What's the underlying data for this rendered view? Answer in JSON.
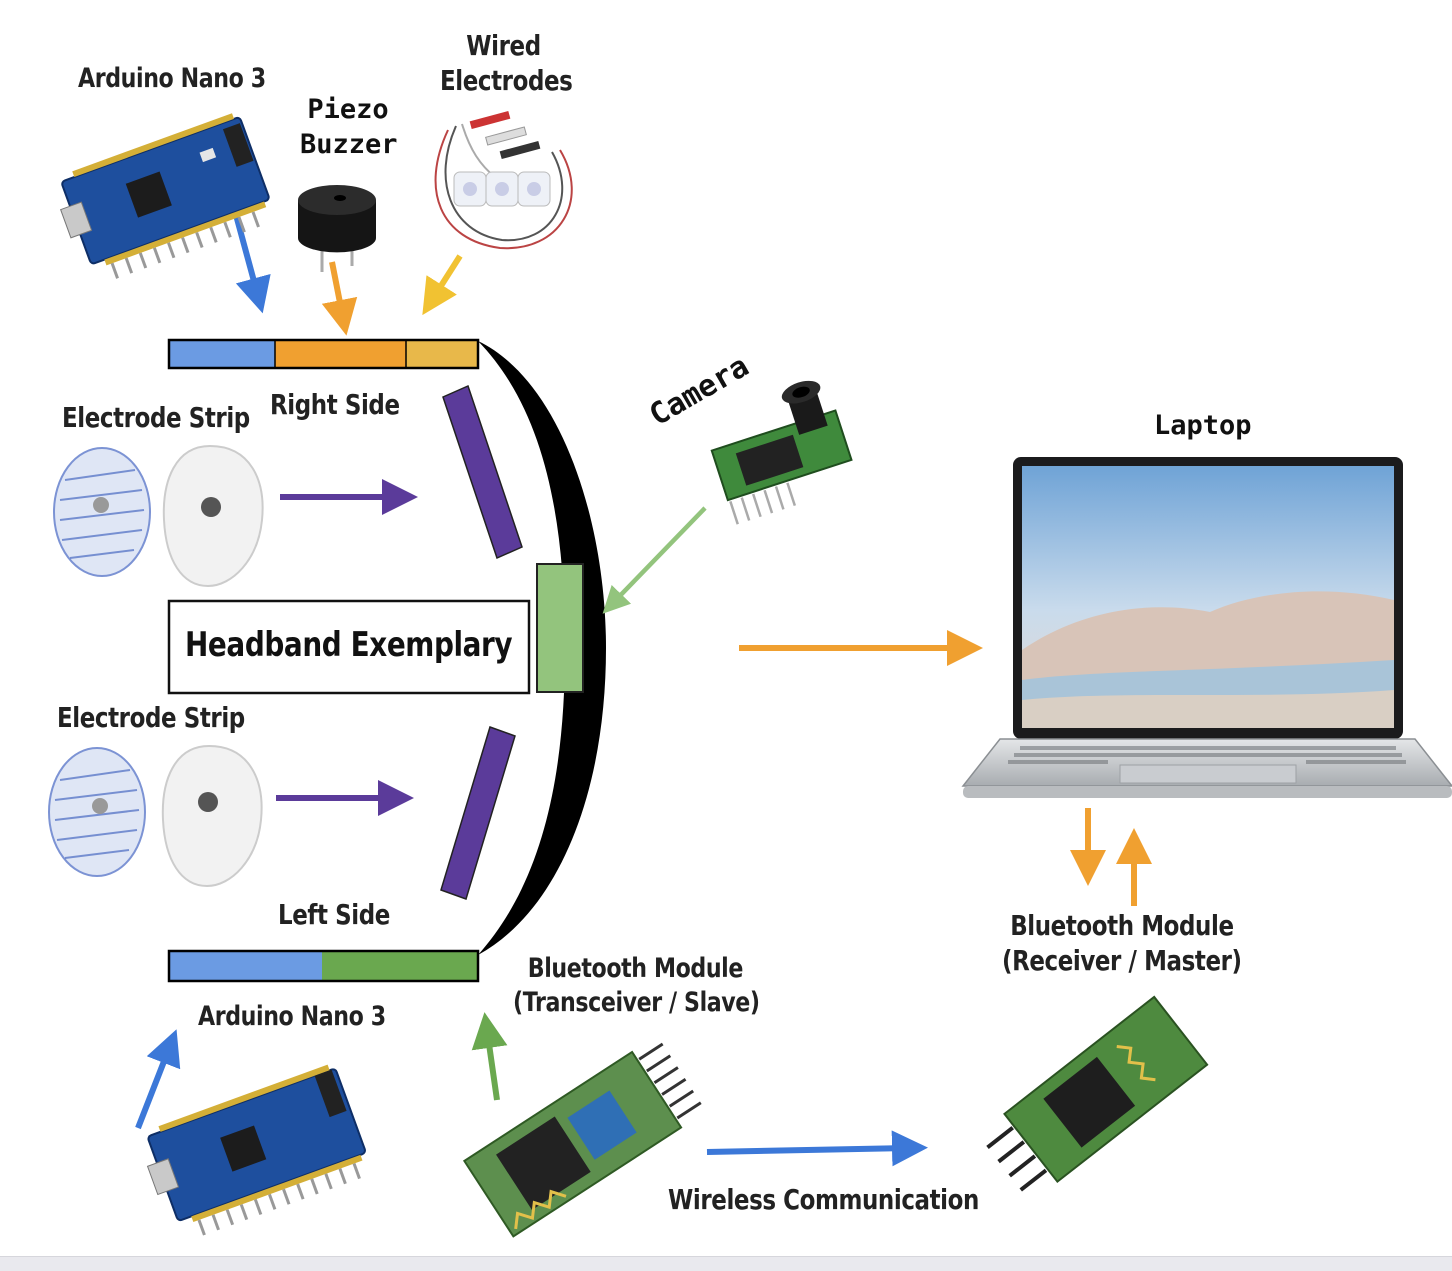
{
  "labels": {
    "arduino_top": "Arduino Nano 3",
    "piezo_line1": "Piezo",
    "piezo_line2": "Buzzer",
    "wired_line1": "Wired",
    "wired_line2": "Electrodes",
    "electrode_strip_top": "Electrode Strip",
    "right_side": "Right Side",
    "headband": "Headband Exemplary",
    "electrode_strip_bottom": "Electrode Strip",
    "left_side": "Left Side",
    "arduino_bottom": "Arduino Nano 3",
    "bt_slave_line1": "Bluetooth Module",
    "bt_slave_line2": "(Transceiver / Slave)",
    "camera": "Camera",
    "laptop": "Laptop",
    "bt_master_line1": "Bluetooth Module",
    "bt_master_line2": "(Receiver / Master)",
    "wireless": "Wireless Communication"
  },
  "colors": {
    "blue": "#6b9be3",
    "orange": "#f0a030",
    "yellow": "#e8b84a",
    "green": "#6aa84f",
    "camera_green": "#93c47d",
    "purple": "#5b3b9a",
    "arrow_blue": "#3c78d8",
    "arrow_orange": "#f0a030",
    "arrow_yellow": "#f1c232",
    "arrow_purple": "#5b3b9a",
    "arrow_green": "#6aa84f",
    "arrow_light_green": "#93c47d"
  },
  "icons": {
    "arduino": "arduino-board-icon",
    "buzzer": "piezo-buzzer-icon",
    "electrodes": "wired-electrodes-icon",
    "electrode_pad": "electrode-pad-icon",
    "camera": "camera-module-icon",
    "laptop": "laptop-icon",
    "bluetooth": "bluetooth-module-icon"
  }
}
